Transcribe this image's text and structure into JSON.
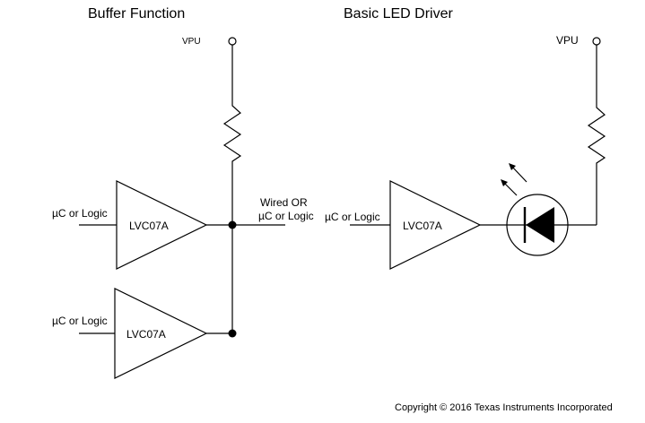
{
  "buffer_function": {
    "title": "Buffer Function",
    "vpu_label": "VPU",
    "input_top_label": "µC or Logic",
    "input_bottom_label": "µC or Logic",
    "gate_top_label": "LVC07A",
    "gate_bottom_label": "LVC07A",
    "output_label_line1": "Wired OR",
    "output_label_line2": "µC or Logic"
  },
  "led_driver": {
    "title": "Basic LED Driver",
    "vpu_label": "VPU",
    "input_label": "µC or Logic",
    "gate_label": "LVC07A"
  },
  "copyright": "Copyright © 2016 Texas Instruments Incorporated"
}
